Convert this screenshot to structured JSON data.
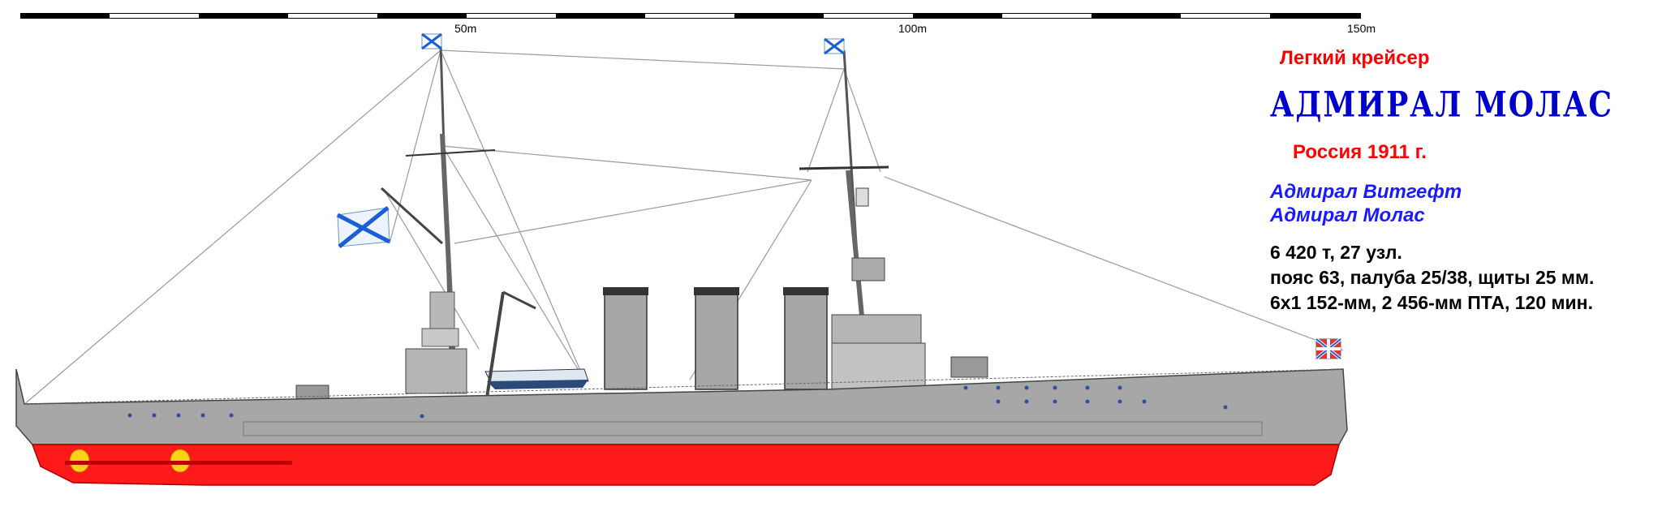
{
  "scale": {
    "labels": [
      "50m",
      "100m",
      "150m"
    ]
  },
  "info": {
    "type_line": "Легкий крейсер",
    "ship_name": "АДМИРАЛ МОЛАС",
    "country_line": "Россия 1911 г.",
    "ships": [
      "Адмирал Витгефт",
      "Адмирал Молас"
    ],
    "specs": [
      "6 420 т,   27 узл.",
      "пояс 63, палуба 25/38, щиты 25 мм.",
      "6x1 152-мм, 2 456-мм ПТА, 120 мин."
    ]
  },
  "colors": {
    "hull_grey": "#a7a7a7",
    "underwater_red": "#ff1a1a",
    "name_blue": "#0000cc",
    "title_red": "#ff0000",
    "propeller_yellow": "#ffd21a"
  },
  "icons": [
    "scale-bar-icon",
    "andreevsky-flag-icon",
    "jack-flag-icon",
    "cruiser-profile-icon"
  ]
}
